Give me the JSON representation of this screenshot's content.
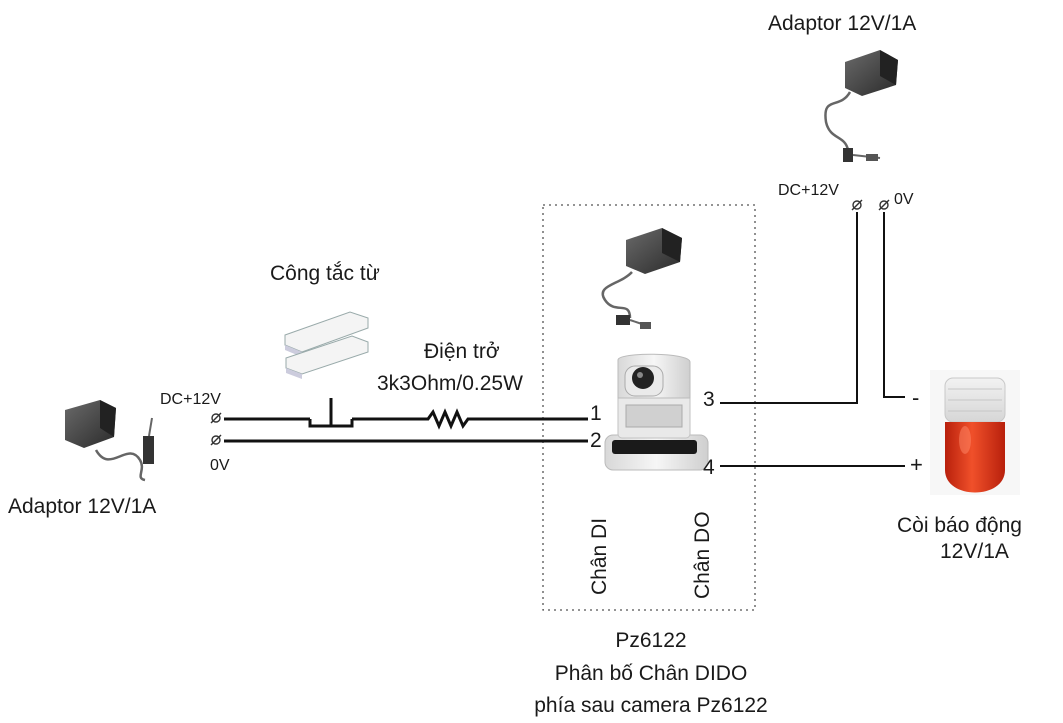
{
  "labels": {
    "top_adaptor": "Adaptor 12V/1A",
    "left_adaptor": "Adaptor 12V/1A",
    "top_dc": "DC+12V",
    "top_0v": "0V",
    "left_dc": "DC+12V",
    "left_0v": "0V",
    "switch": "Công tắc từ",
    "resistor_name": "Điện trở",
    "resistor_value": "3k3Ohm/0.25W",
    "pin1": "1",
    "pin2": "2",
    "pin3": "3",
    "pin4": "4",
    "chan_di": "Chân DI",
    "chan_do": "Chân DO",
    "siren_minus": "-",
    "siren_plus": "+",
    "siren_line1": "Còi báo động",
    "siren_line2": "12V/1A",
    "caption_line1": "Pz6122",
    "caption_line2": "Phân bố Chân DIDO",
    "caption_line3": "phía sau camera Pz6122"
  },
  "icons": {
    "adaptor": "power-adaptor-icon",
    "camera": "ptz-camera-icon",
    "switch": "magnetic-switch-icon",
    "siren": "siren-icon"
  },
  "colors": {
    "siren_red": "#e8361a",
    "siren_dark": "#b8200c",
    "wire": "#111111"
  }
}
